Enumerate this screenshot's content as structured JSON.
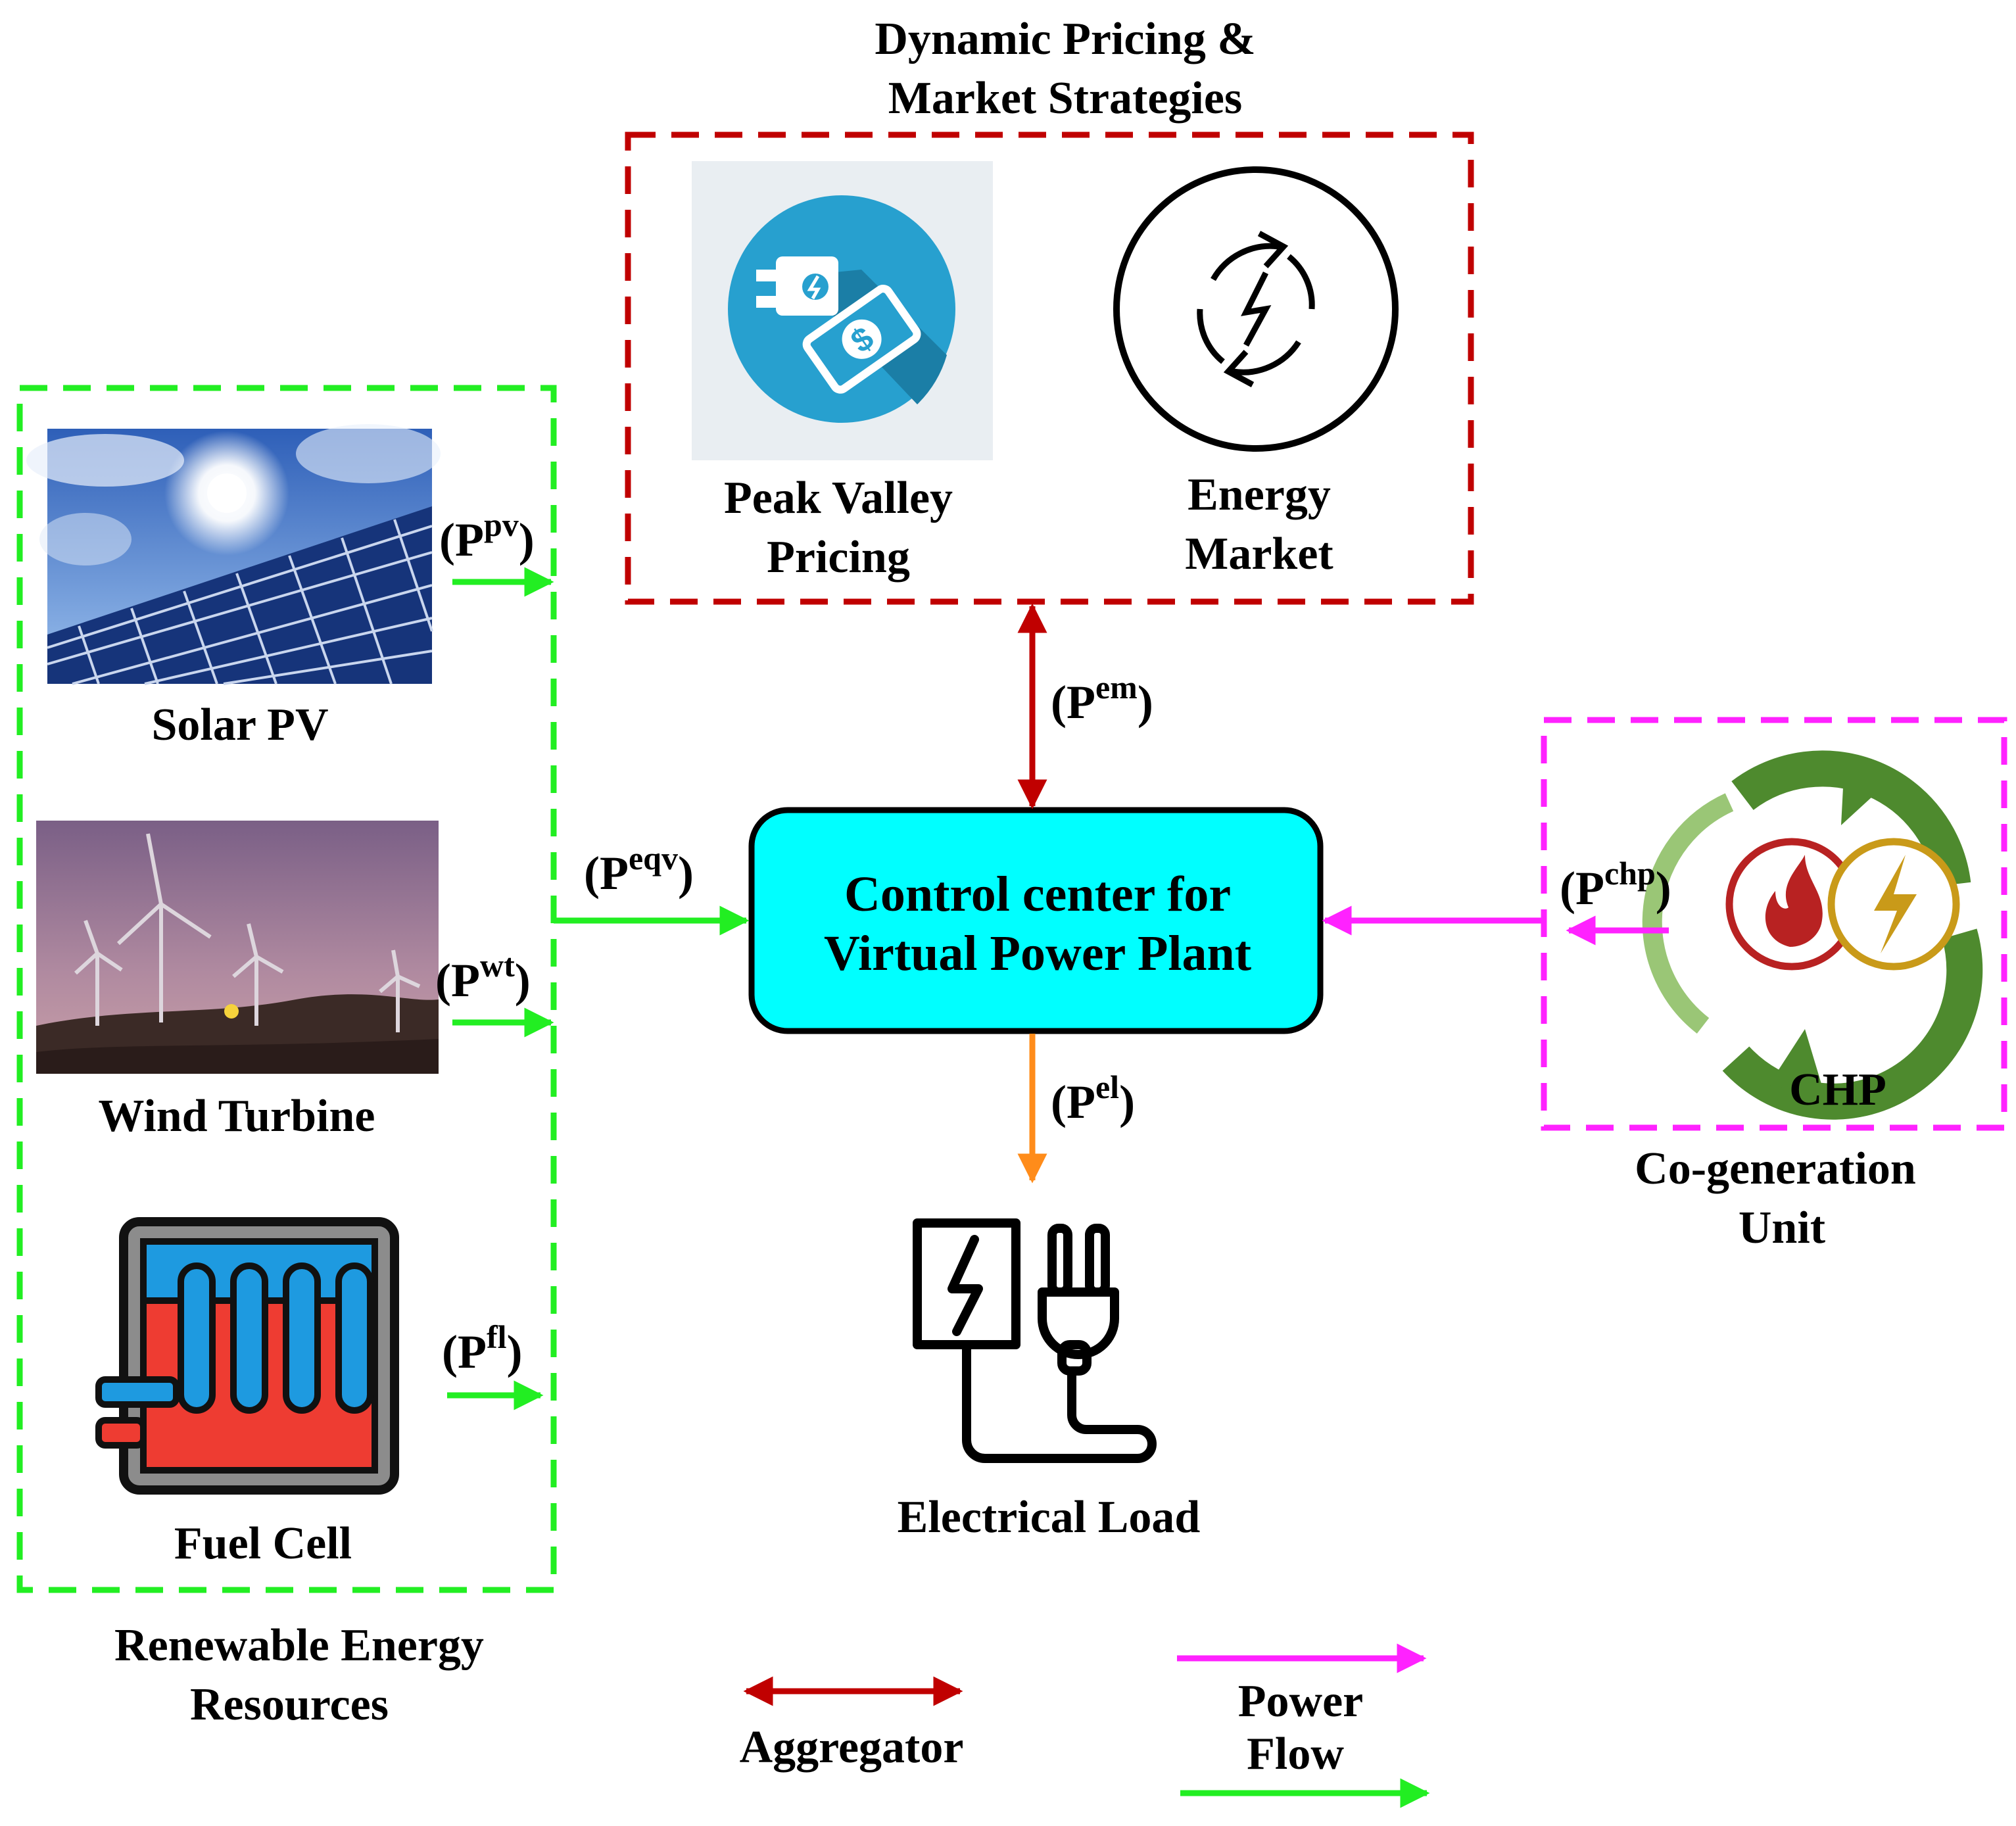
{
  "groups": {
    "renewable": {
      "title_line1": "Renewable Energy",
      "title_line2": "Resources",
      "color": "#22ee22"
    },
    "dynamic": {
      "title_line1": "Dynamic Pricing &",
      "title_line2": "Market Strategies",
      "color": "#c00000"
    },
    "cogen": {
      "title_line1": "Co-generation",
      "title_line2": "Unit",
      "color": "#ff22ff"
    }
  },
  "nodes": {
    "solar": {
      "label": "Solar PV"
    },
    "wind": {
      "label": "Wind Turbine"
    },
    "fuel": {
      "label": "Fuel Cell"
    },
    "peak": {
      "label_line1": "Peak Valley",
      "label_line2": "Pricing"
    },
    "market": {
      "label_line1": "Energy",
      "label_line2": "Market"
    },
    "control": {
      "label_line1": "Control center for",
      "label_line2": "Virtual Power Plant",
      "fill": "#00ffff"
    },
    "chp": {
      "label": "CHP"
    },
    "load": {
      "label": "Electrical Load"
    }
  },
  "flows": {
    "pv": {
      "base": "(P",
      "sup": "pv",
      "close": ")"
    },
    "wt": {
      "base": "(P",
      "sup": "wt",
      "close": ")"
    },
    "fl": {
      "base": "(P",
      "sup": "fl",
      "close": ")"
    },
    "eqv": {
      "base": "(P",
      "sup": "eqv",
      "close": ")"
    },
    "em": {
      "base": "(P",
      "sup": "em",
      "close": ")"
    },
    "el": {
      "base": "(P",
      "sup": "el",
      "close": ")"
    },
    "chp": {
      "base": "(P",
      "sup": "chp",
      "close": ")"
    }
  },
  "legend": {
    "aggregator": "Aggregator",
    "power_line1": "Power",
    "power_line2": "Flow"
  },
  "colors": {
    "aggregator": "#c00000",
    "power_green": "#22ee22",
    "power_magenta": "#ff22ff",
    "load_flow": "#ff8c1a",
    "solar_panel": "#1a3f8f",
    "sky": "#3b74c9",
    "peak_icon": "#27a0cf",
    "chp_ring": "#4e8a2e",
    "chp_fire": "#b82222",
    "chp_bolt": "#c99a19",
    "fuel_red": "#ee3c32",
    "fuel_blue": "#1e9ae0"
  }
}
